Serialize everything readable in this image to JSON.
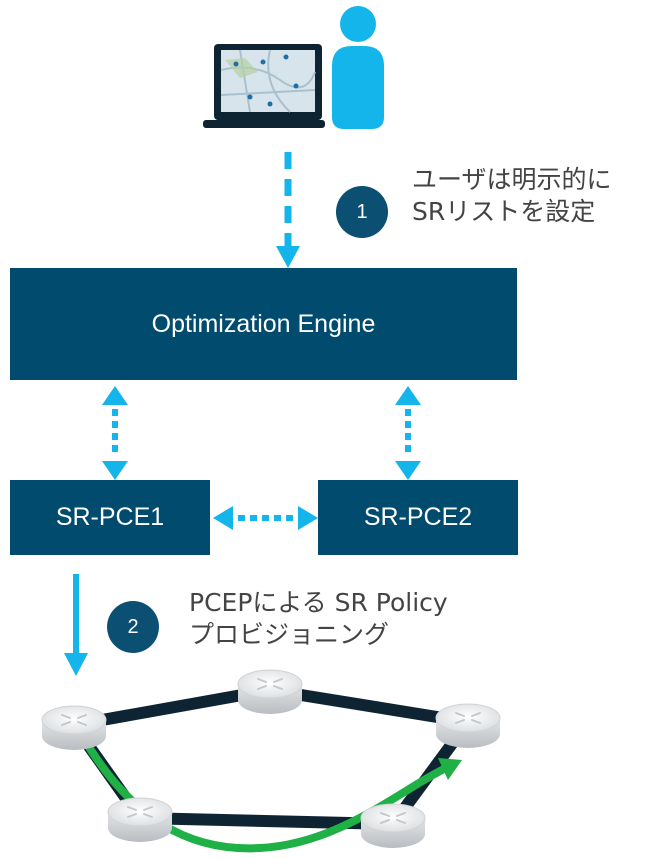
{
  "engine_label": "Optimization Engine",
  "pce1_label": "SR-PCE1",
  "pce2_label": "SR-PCE2",
  "step1": {
    "number": "1",
    "line1": "ユーザは明示的に",
    "line2": "SRリストを設定"
  },
  "step2": {
    "number": "2",
    "line1": "PCEPによる SR Policy",
    "line2": "プロビジョニング"
  },
  "colors": {
    "box": "#004b6e",
    "arrow": "#13b5ea",
    "link": "#0f2433",
    "path": "#1fb146",
    "user": "#13b5ea"
  },
  "icons": [
    "laptop-map-icon",
    "user-icon",
    "router-icon"
  ]
}
